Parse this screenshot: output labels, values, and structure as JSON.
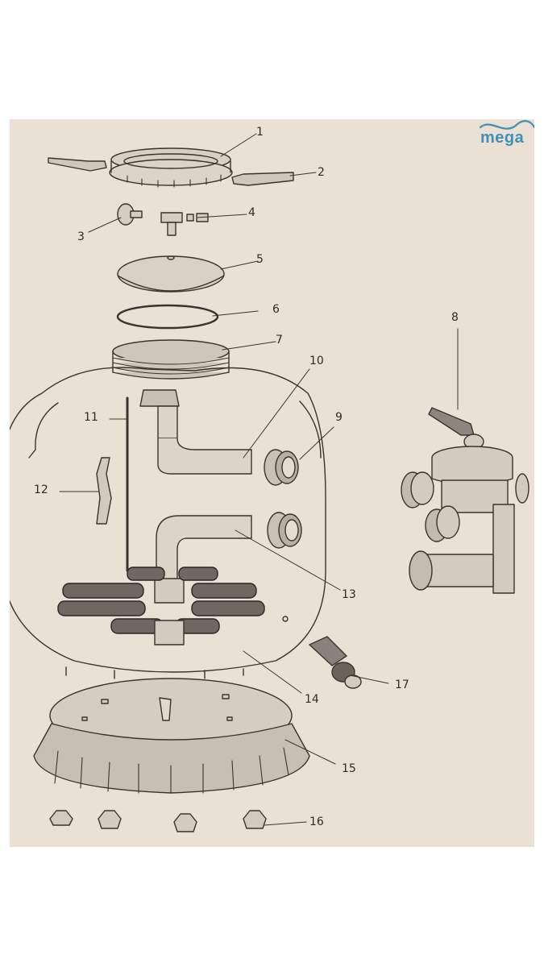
{
  "brand": {
    "text": "mega"
  },
  "callouts": [
    {
      "id": "1",
      "label": "1"
    },
    {
      "id": "2",
      "label": "2"
    },
    {
      "id": "3",
      "label": "3"
    },
    {
      "id": "4",
      "label": "4"
    },
    {
      "id": "5",
      "label": "5"
    },
    {
      "id": "6",
      "label": "6"
    },
    {
      "id": "7",
      "label": "7"
    },
    {
      "id": "8",
      "label": "8"
    },
    {
      "id": "9",
      "label": "9"
    },
    {
      "id": "10",
      "label": "10"
    },
    {
      "id": "11",
      "label": "11"
    },
    {
      "id": "12",
      "label": "12"
    },
    {
      "id": "13",
      "label": "13"
    },
    {
      "id": "14",
      "label": "14"
    },
    {
      "id": "15",
      "label": "15"
    },
    {
      "id": "16",
      "label": "16"
    },
    {
      "id": "17",
      "label": "17"
    }
  ],
  "colors": {
    "paper": "#eae1d4",
    "ink": "#2f2a26",
    "brand": "#3f8fb8"
  }
}
